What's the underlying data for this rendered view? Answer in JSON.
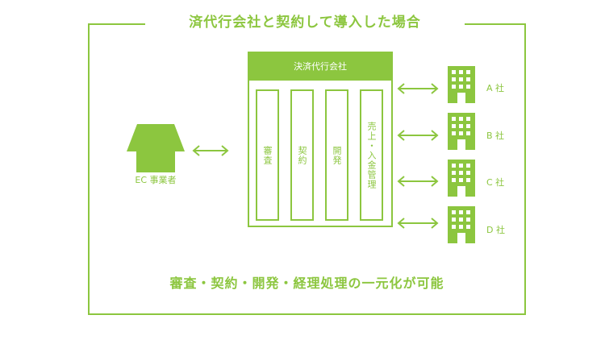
{
  "title": "済代行会社と契約して導入した場合",
  "merchant": {
    "label": "EC 事業者",
    "icon": "house-icon"
  },
  "center": {
    "title": "決済代行会社",
    "columns": [
      "審査",
      "契約",
      "開発",
      "売上・入金管理"
    ]
  },
  "companies": [
    {
      "label": "A 社",
      "icon": "building-icon"
    },
    {
      "label": "B 社",
      "icon": "building-icon"
    },
    {
      "label": "C 社",
      "icon": "building-icon"
    },
    {
      "label": "D 社",
      "icon": "building-icon"
    }
  ],
  "footer": "審査・契約・開発・経理処理の一元化が可能",
  "colors": {
    "accent": "#8cc63f",
    "background": "#ffffff"
  }
}
